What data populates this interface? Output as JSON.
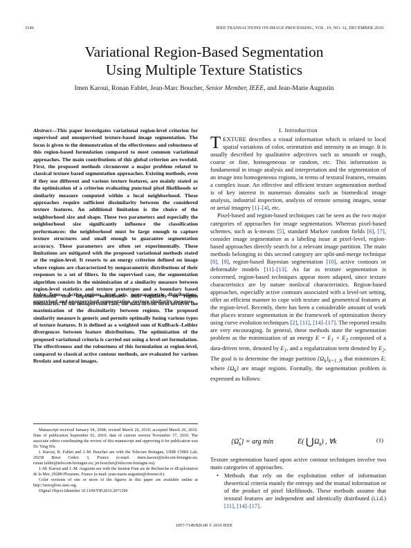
{
  "header": {
    "page_number": "3146",
    "journal": "IEEE TRANSACTIONS ON IMAGE PROCESSING, VOL. 19, NO. 12, DECEMBER 2010"
  },
  "title": {
    "line1": "Variational Region-Based Segmentation",
    "line2": "Using Multiple Texture Statistics"
  },
  "authors": {
    "main": "Imen Karoui, Ronan Fablet, Jean-Marc Boucher, ",
    "role": "Senior Member, IEEE",
    "tail": ", and Jean-Marie Augustin"
  },
  "abstract": {
    "label": "Abstract",
    "text": "—This paper investigates variational region-level criterion for supervised and unsupervised texture-based image segmentation. The focus is given to the demonstration of the effectiveness and robustness of this region-based formulation compared to most common variational approaches. The main contributions of this global criterion are twofold. First, the proposed methods circumvent a major problem related to classical texture based segmentation approaches. Existing methods, even if they use different and various texture features, are mainly stated as the optimization of a criterion evaluating punctual pixel likelihoods or similarity measure computed within a local neighborhood. These approaches require sufficient dissimilarity between the considered texture features. An additional limitation is the choice of the neighborhood size and shape. These two parameters and especially the neighborhood size significantly influence the classification performances: the neighborhood must be large enough to capture texture structures and small enough to guarantee segmentation accuracy. These parameters are often set experimentally. These limitations are mitigated with the proposed variational methods stated at the region-level. It resorts to an energy criterion defined on image where regions are characterized by nonparametric distributions of their responses to a set of filters. In the supervised case, the segmentation algorithm consists in the minimization of a similarity measure between region-level statistics and texture prototypes and a boundary based functional that imposes smoothness and regularity on region boundaries. In the unsupervised case, the data-driven term involves the maximization of the dissimilarity between regions. The proposed similarity measure is generic and permits optimally fusing various types of texture features. It is defined as a weighted sum of Kullback–Leibler divergences between feature distributions. The optimization of the proposed variational criteria is carried out using a level-set formulation. The effectiveness and the robustness of this formulation at region-level, compared to classical active contour methods, are evaluated for various Brodatz and natural images."
  },
  "index_terms": {
    "label": "Index Terms",
    "text": "—Active regions, level sets, nonparametric distributions, supervised and unsupervised segmentation, texture similarity measure."
  },
  "footnotes": [
    "Manuscript received January 04, 2008; revised March 26, 2010; accepted March 26, 2010. Date of publication September 02, 2010; date of current version November 17, 2010. The associate editor coordinating the review of this manuscript and approving it for publication was Dr. Ying Wu.",
    "I. Karoui, R. Fablet and J.-M. Boucher are with the Telecom Bretagne, UMR CNRS Lab, 29238 Brest Cedex 3, France (e-mail: imen.karoui@telecom-bretagne.eu; ronan.fablet@telecom-bretagne.eu; jm.boucher@telecom-bretagne.eu).",
    "J.-M. Karoui and J.-M. Augustin are with the Institut Fran ais de Recherche et dExploitation de la Mer, 29280 Plouzane, France (e-mail: jean-marie.augustin@ifremer.fr).",
    "Color versions of one or more of the figures in this paper are available online at http://ieeexplore.ieee.org.",
    "Digital Object Identifier 10.1109/TIP.2010.2071290"
  ],
  "section": {
    "heading": "I. Introduction"
  },
  "intro": {
    "dropcap": "T",
    "p1": "EXTURE describes a visual information which is related to local spatial variations of color, orientation and intensity in an image. It is usually described by qualitative adjectives such as smooth or rough, coarse or fine, homogeneous or random, etc. This information is fundamental in image analysis and interpretation and the segmentation of an image into homogeneous regions, in terms of textural features, remains a complex issue. An effective and efficient texture segmentation method is of key interest in numerous domains such as biomedical image analysis, industrial inspection, analysis of remote sensing images, sonar or aerial imagery ",
    "p1_ref": "[1]–[4]",
    "p1_end": ", etc.",
    "p2_a": "Pixel-based and region-based techniques can be seen as the two major categories of approaches for image segmentation. Whereas pixel-based schemes, such as k-means ",
    "p2_r1": "[5]",
    "p2_b": ", standard Markov random fields ",
    "p2_r2": "[6]",
    "p2_c": ", ",
    "p2_r3": "[7]",
    "p2_d": ", consider image segmentation as a labeling issue at pixel-level, region-based approaches directly search for a relevant image partition. The main methods belonging to this second category are split-and-merge technique ",
    "p2_r4": "[8], [9]",
    "p2_e": ", region-based Bayesian segmentation ",
    "p2_r5": "[10]",
    "p2_f": ", active contours or deformable models ",
    "p2_r6": "[11]–[13]",
    "p2_g": ". As far as texture segmentation is concerned, region-based techniques appear more adapted, since texture characteristics are by nature nonlocal characteristics. Region-based approaches, especially active contours associated with a level-set setting, offer an efficient manner to cope with texture and geometrical features at the region-level. Recently, there has been a considerable amount of work that places texture segmentation in the framework of optimization theory using curve evolution techniques ",
    "p2_r7": "[2]",
    "p2_h": ", ",
    "p2_r8": "[11]",
    "p2_i": ", ",
    "p2_r9": "[14]–[17]",
    "p2_j": ". The reported results are very encouraging. In general, these methods state the segmentation problem as the minimization of an energy ",
    "p2_k": " composed of a data-driven term, denoted by ",
    "p2_l": ", and a regularization term denoted by ",
    "p2_m": ". The goal is to determine the image partition ",
    "p2_n": " that minimizes ",
    "p2_o": ", where ",
    "p2_p": " are image regions. Formally, the segmentation problem is expressed as follows:"
  },
  "equation": {
    "number": "(1)"
  },
  "after_eq": {
    "text": "Texture segmentation based upon active contour techniques involve two main categories of approaches."
  },
  "bullet": {
    "symbol": "•",
    "text_a": "Methods that rely on the exploitation either of information theoretical criteria mainly the entropy and the mutual information or of the product of pixel likelihoods. These methods assume that textural features are independent and identically distributed (i.i.d.) ",
    "ref1": "[11]",
    "text_b": ", ",
    "ref2": "[14]–[17]",
    "text_c": "."
  },
  "footer": {
    "text": "1057-7149/$26.00 © 2010 IEEE"
  },
  "colors": {
    "link": "#1a3fa8",
    "text": "#111111"
  }
}
